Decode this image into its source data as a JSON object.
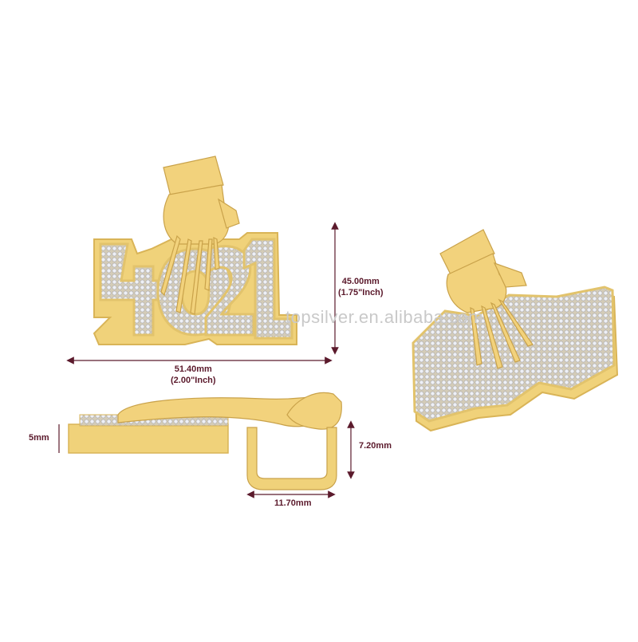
{
  "dimensions": {
    "height_mm": "45.00mm",
    "height_inch": "(1.75\"Inch)",
    "width_mm": "51.40mm",
    "width_inch": "(2.00\"Inch)",
    "thickness": "5mm",
    "shank_height": "7.20mm",
    "shank_width": "11.70mm"
  },
  "watermark": "topsilver.en.alibaba.com",
  "colors": {
    "gold": "#f0d27a",
    "gold_dark": "#d9b457",
    "pave": "#dcdce2",
    "arrow": "#5b1a2c"
  }
}
